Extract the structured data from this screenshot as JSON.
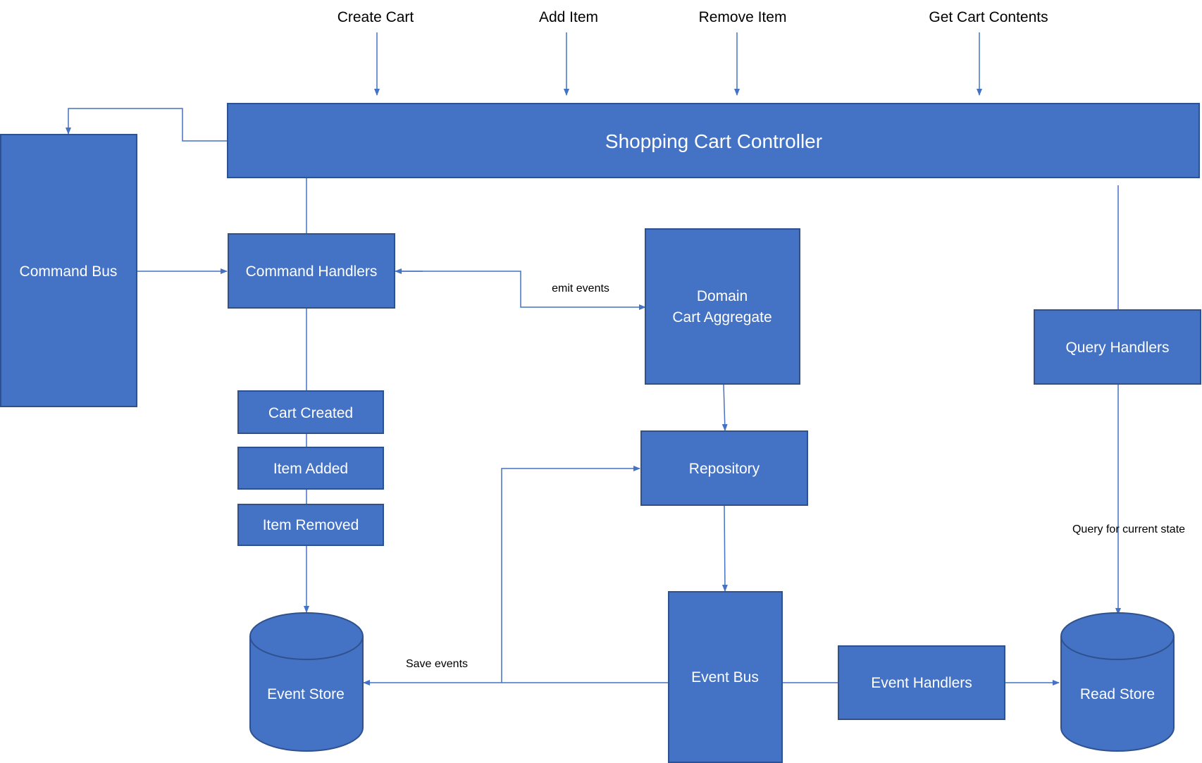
{
  "operations": {
    "create_cart": "Create Cart",
    "add_item": "Add Item",
    "remove_item": "Remove Item",
    "get_cart_contents": "Get Cart Contents"
  },
  "components": {
    "controller": "Shopping Cart Controller",
    "command_bus": "Command Bus",
    "command_handlers": "Command Handlers",
    "domain_line1": "Domain",
    "domain_line2": "Cart Aggregate",
    "query_handlers": "Query Handlers",
    "repository": "Repository",
    "event_bus": "Event Bus",
    "event_handlers": "Event Handlers",
    "event_store": "Event Store",
    "read_store": "Read Store"
  },
  "events": {
    "cart_created": "Cart Created",
    "item_added": "Item Added",
    "item_removed": "Item Removed"
  },
  "annotations": {
    "emit_events": "emit events",
    "save_events": "Save events",
    "query_current_state": "Query for current state"
  },
  "colors": {
    "box_fill": "#4472c4",
    "box_border": "#2f528f",
    "connector": "#4472c4"
  }
}
